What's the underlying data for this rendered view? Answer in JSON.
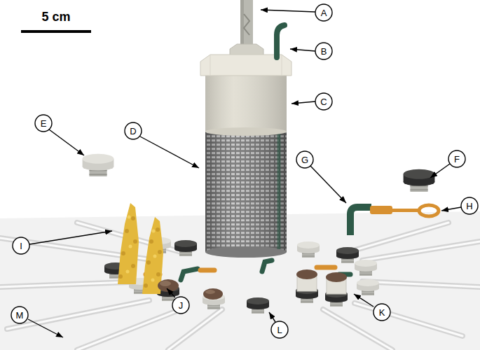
{
  "diagram": {
    "labels": [
      "5 cm",
      "A",
      "B",
      "C",
      "D",
      "E",
      "F",
      "G",
      "H",
      "I",
      "J",
      "K",
      "L",
      "M"
    ]
  }
}
